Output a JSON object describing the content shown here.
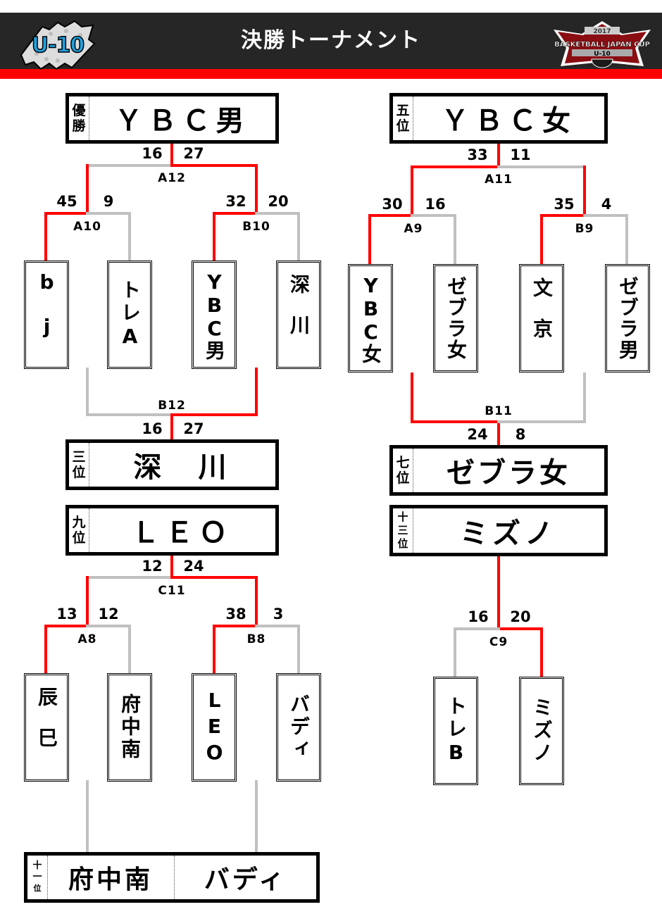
{
  "header": {
    "title": "決勝トーナメント",
    "left_logo_text": "U-10",
    "right_logo": {
      "year": "2017",
      "name": "BASKETBALL JAPAN CUP",
      "category": "U-10"
    }
  },
  "colors": {
    "winner_line": "#ff0000",
    "loser_line": "#c0c0c0",
    "header_bg": "#262626",
    "header_stripe": "#ff0000"
  },
  "results": {
    "champion": {
      "rank": [
        "優",
        "勝"
      ],
      "team": "ＹＢＣ男"
    },
    "fifth": {
      "rank": [
        "五",
        "位"
      ],
      "team": "ＹＢＣ女"
    },
    "third": {
      "rank": [
        "三",
        "位"
      ],
      "team": "深　川"
    },
    "seventh": {
      "rank": [
        "七",
        "位"
      ],
      "team": "ゼブラ女"
    },
    "ninth": {
      "rank": [
        "九",
        "位"
      ],
      "team": "ＬＥＯ"
    },
    "thirteenth": {
      "rank": [
        "十",
        "三",
        "位"
      ],
      "team": "ミズノ"
    },
    "eleventh": {
      "rank": [
        "十",
        "一",
        "位"
      ],
      "teams": [
        "府中南",
        "バディ"
      ]
    }
  },
  "brackets": {
    "top_left": {
      "teams": [
        "bj",
        "トレA",
        "YBC男",
        "深川"
      ],
      "semis": [
        {
          "match": "A10",
          "scores": [
            "45",
            "9"
          ]
        },
        {
          "match": "B10",
          "scores": [
            "32",
            "20"
          ]
        }
      ],
      "final": {
        "match": "A12",
        "scores": [
          "16",
          "27"
        ]
      },
      "third_place": {
        "match": "B12",
        "scores": [
          "16",
          "27"
        ]
      }
    },
    "top_right": {
      "teams": [
        "YBC女",
        "ゼブラ女",
        "文京",
        "ゼブラ男"
      ],
      "semis": [
        {
          "match": "A9",
          "scores": [
            "30",
            "16"
          ]
        },
        {
          "match": "B9",
          "scores": [
            "35",
            "4"
          ]
        }
      ],
      "final": {
        "match": "A11",
        "scores": [
          "33",
          "11"
        ]
      },
      "third_place": {
        "match": "B11",
        "scores": [
          "24",
          "8"
        ]
      }
    },
    "bottom_left": {
      "teams": [
        "辰巳",
        "府中南",
        "LEO",
        "バディ"
      ],
      "semis": [
        {
          "match": "A8",
          "scores": [
            "13",
            "12"
          ]
        },
        {
          "match": "B8",
          "scores": [
            "38",
            "3"
          ]
        }
      ],
      "final": {
        "match": "C11",
        "scores": [
          "12",
          "24"
        ]
      }
    },
    "bottom_right": {
      "teams": [
        "トレB",
        "ミズノ"
      ],
      "final": {
        "match": "C9",
        "scores": [
          "16",
          "20"
        ]
      }
    }
  }
}
